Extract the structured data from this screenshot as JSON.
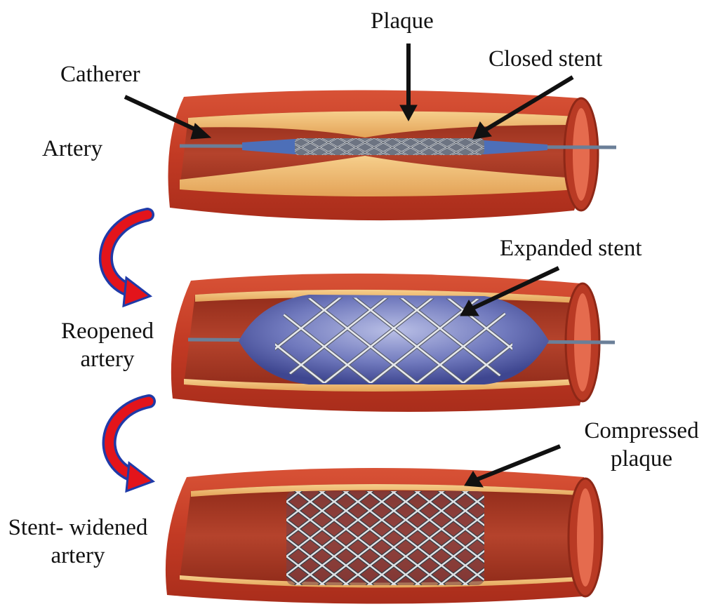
{
  "labels": {
    "plaque": "Plaque",
    "closed_stent": "Closed stent",
    "catherer": "Catherer",
    "artery": "Artery",
    "expanded_stent": "Expanded stent",
    "reopened_artery_line1": "Reopened",
    "reopened_artery_line2": "artery",
    "compressed_plaque_line1": "Compressed",
    "compressed_plaque_line2": "plaque",
    "stent_widened_line1": "Stent- widened",
    "stent_widened_line2": "artery"
  },
  "colors": {
    "artery_wall": "#c8412a",
    "artery_wall_dark": "#9e2c1b",
    "artery_inner": "#a73a26",
    "plaque": "#f0b86a",
    "plaque_light": "#f7d08e",
    "balloon": "#5a63a8",
    "catheter": "#5a6f8a",
    "stent_wire": "#8a8f99",
    "step_arrow_fill": "#e3141b",
    "step_arrow_outline": "#1f3aa8",
    "pointer_arrow": "#111111"
  },
  "steps": [
    {
      "id": "closed-stent-stage"
    },
    {
      "id": "expanded-stent-stage"
    },
    {
      "id": "stent-widened-stage"
    }
  ]
}
